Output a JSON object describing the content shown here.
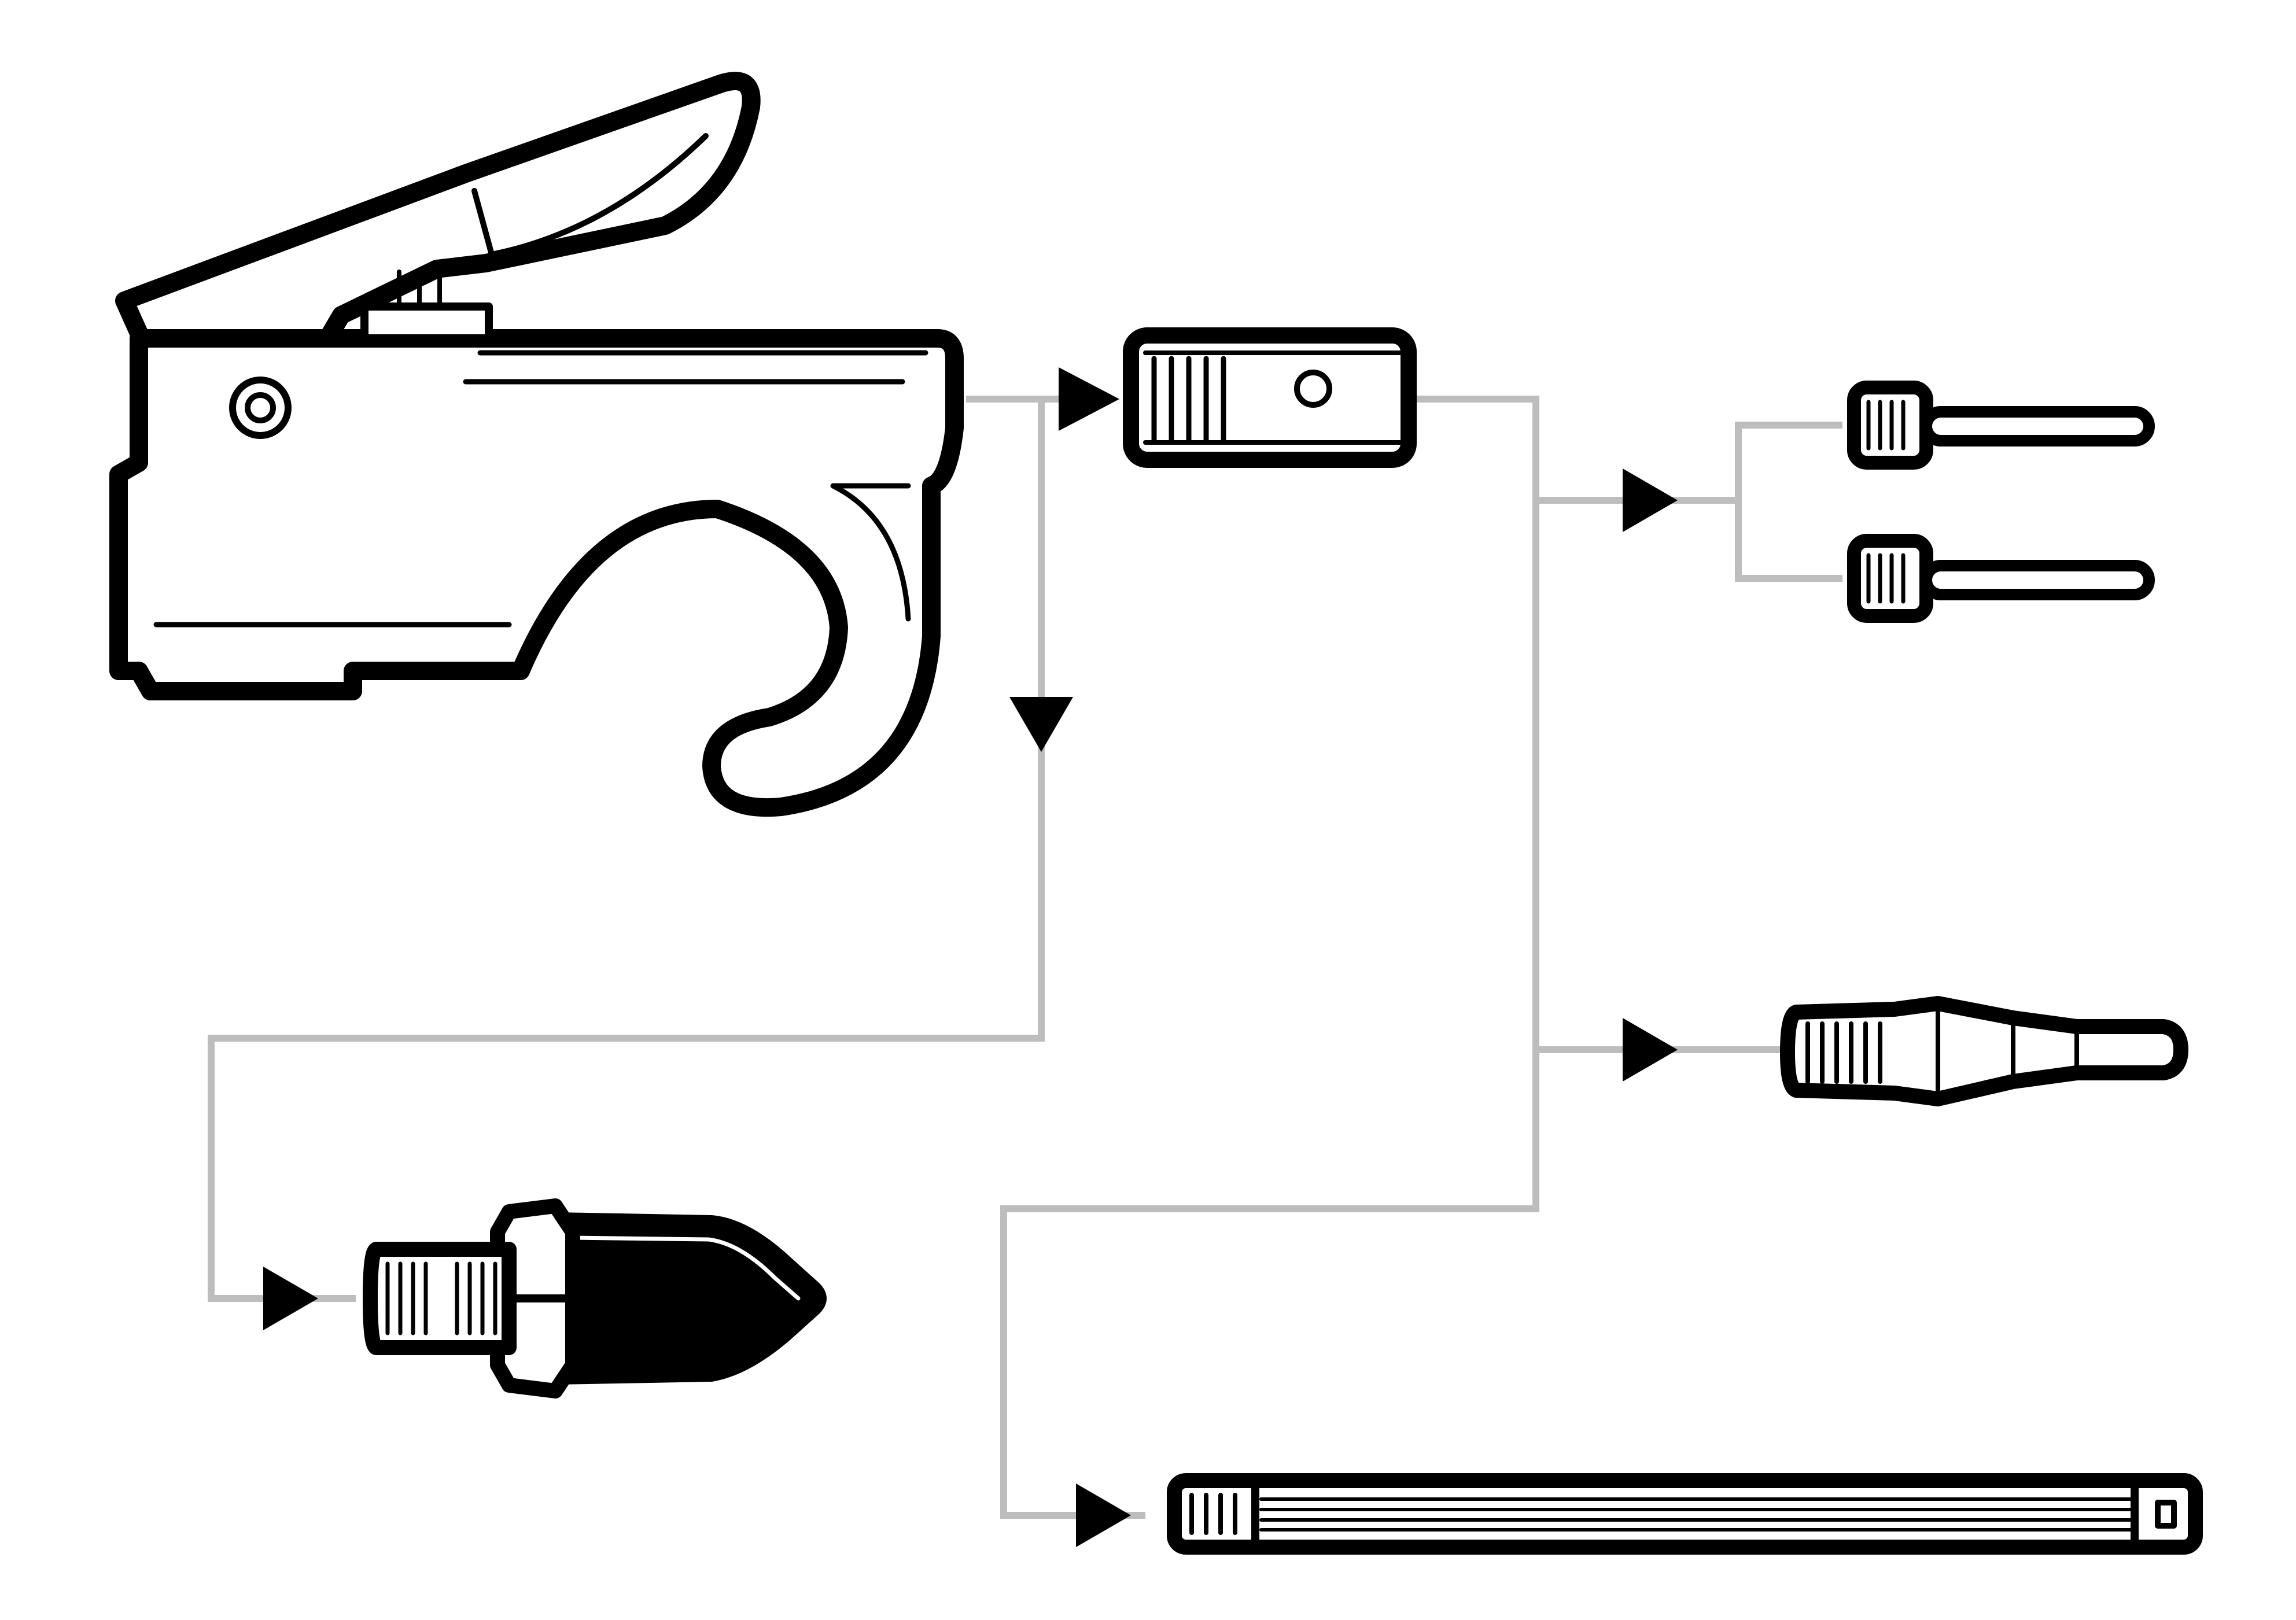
{
  "diagram": {
    "type": "accessory-kit-diagram",
    "colors": {
      "background": "#ffffff",
      "outline": "#000000",
      "part_fill": "#ffffff",
      "connector": "#bdbdbd",
      "arrow": "#000000"
    },
    "nodes": [
      {
        "id": "blow-gun",
        "icon": "air-blow-gun-icon"
      },
      {
        "id": "coupler",
        "icon": "coupler-adapter-icon"
      },
      {
        "id": "inflation-needle-1",
        "icon": "inflation-needle-icon"
      },
      {
        "id": "inflation-needle-2",
        "icon": "inflation-needle-icon"
      },
      {
        "id": "tapered-nozzle",
        "icon": "tapered-nozzle-icon"
      },
      {
        "id": "rubber-tip-nozzle",
        "icon": "rubber-tip-nozzle-icon"
      },
      {
        "id": "extension-tube",
        "icon": "extension-tube-icon"
      }
    ],
    "edges": [
      {
        "from": "blow-gun",
        "to": "coupler"
      },
      {
        "from": "blow-gun",
        "to": "rubber-tip-nozzle"
      },
      {
        "from": "coupler",
        "to": "inflation-needle-1"
      },
      {
        "from": "coupler",
        "to": "inflation-needle-2"
      },
      {
        "from": "coupler",
        "to": "tapered-nozzle"
      },
      {
        "from": "coupler",
        "to": "extension-tube"
      }
    ]
  }
}
